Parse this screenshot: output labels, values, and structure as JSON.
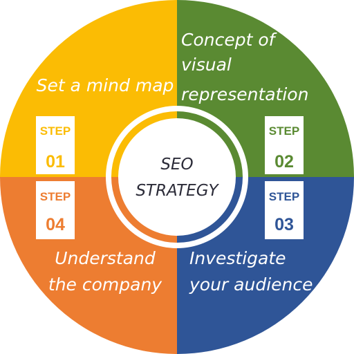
{
  "diagram": {
    "center": {
      "line1": "SEO",
      "line2": "STRATEGY"
    },
    "quadrants": [
      {
        "id": "q1",
        "color": "#fbbc04",
        "step_label": "STEP",
        "step_number": "01",
        "text_lines": [
          "Set a mind map"
        ]
      },
      {
        "id": "q2",
        "color": "#5a8a32",
        "step_label": "STEP",
        "step_number": "02",
        "text_lines": [
          "Concept of",
          "visual",
          "representation"
        ]
      },
      {
        "id": "q3",
        "color": "#2f5597",
        "step_label": "STEP",
        "step_number": "03",
        "text_lines": [
          "Investigate",
          "your audience"
        ]
      },
      {
        "id": "q4",
        "color": "#ed7d31",
        "step_label": "STEP",
        "step_number": "04",
        "text_lines": [
          "Understand",
          "the company"
        ]
      }
    ]
  }
}
